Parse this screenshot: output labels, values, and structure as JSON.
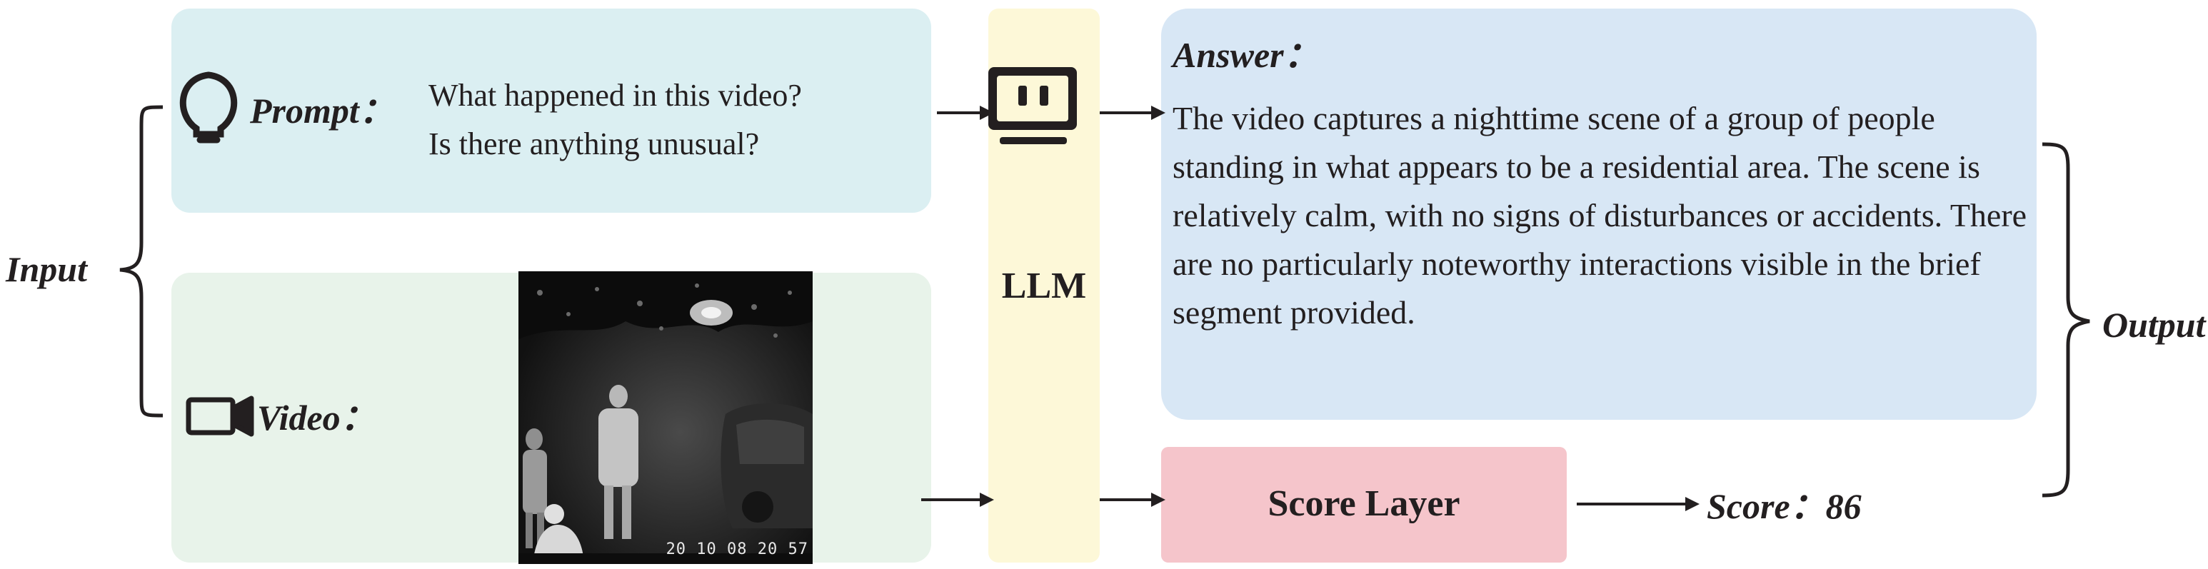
{
  "input": {
    "label": "Input"
  },
  "prompt": {
    "label": "Prompt：",
    "lines": [
      "What happened in this video?",
      "Is there anything unusual?"
    ]
  },
  "video": {
    "label": "Video：",
    "timestamp": "20 10 08 20 57"
  },
  "llm": {
    "label": "LLM"
  },
  "answer": {
    "label": "Answer：",
    "text": "The video captures a nighttime scene of a group of people standing in what appears to be a residential area. The scene is relatively calm, with no signs of disturbances or accidents. There are no particularly noteworthy interactions visible in the brief segment provided."
  },
  "score_layer": {
    "label": "Score Layer"
  },
  "score": {
    "text": "Score：86"
  },
  "output": {
    "label": "Output"
  },
  "icons": {
    "prompt": "lightbulb-icon",
    "video": "video-camera-icon",
    "llm": "monitor-icon"
  },
  "colors": {
    "prompt_box": "#dbeff2",
    "video_box": "#e8f3ea",
    "llm_box": "#fdf8d8",
    "answer_box": "#d8e7f5",
    "score_box": "#f5c5cb",
    "ink": "#231f20"
  }
}
